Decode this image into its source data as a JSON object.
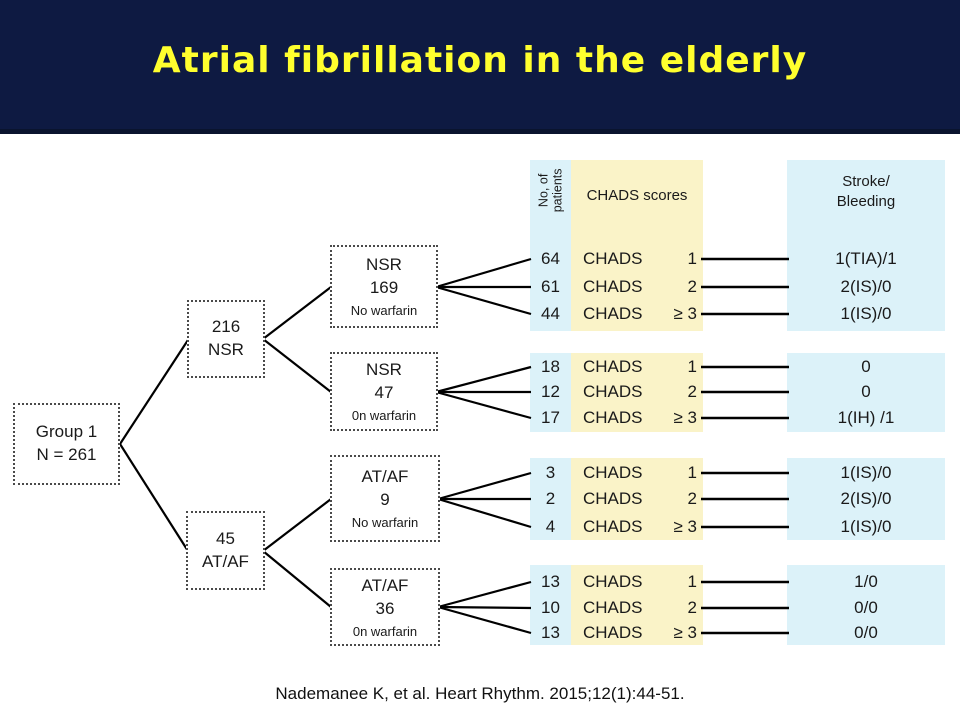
{
  "slide": {
    "title": "Atrial fibrillation in the elderly",
    "citation": "Nademanee K, et al. Heart Rhythm. 2015;12(1):44-51."
  },
  "colors": {
    "navy": "#0E1A42",
    "navy-dark": "#0A142E",
    "title-yellow": "#FFFF2E",
    "cyan": "#DCF2F9",
    "yellow": "#FAF3C8"
  },
  "columns": {
    "patients_header": "No, of\npatients",
    "chads_header": "CHADS scores",
    "outcome_header_line1": "Stroke/",
    "outcome_header_line2": "Bleeding"
  },
  "tree": {
    "root": {
      "line1": "Group 1",
      "line2": "N = 261"
    },
    "nsr": {
      "line1": "216",
      "line2": "NSR"
    },
    "ataf": {
      "line1": "45",
      "line2": "AT/AF"
    },
    "nsr_no_warfarin": {
      "line1": "NSR",
      "line2": "169",
      "line3": "No warfarin"
    },
    "nsr_warfarin": {
      "line1": "NSR",
      "line2": "47",
      "line3": "0n warfarin"
    },
    "ataf_no_warfarin": {
      "line1": "AT/AF",
      "line2": "9",
      "line3": "No warfarin"
    },
    "ataf_warfarin": {
      "line1": "AT/AF",
      "line2": "36",
      "line3": "0n warfarin"
    }
  },
  "groups": [
    {
      "rows": [
        {
          "n": "64",
          "label": "CHADS",
          "score": "1",
          "outcome": "1(TIA)/1"
        },
        {
          "n": "61",
          "label": "CHADS",
          "score": "2",
          "outcome": "2(IS)/0"
        },
        {
          "n": "44",
          "label": "CHADS",
          "score": "≥ 3",
          "outcome": "1(IS)/0"
        }
      ]
    },
    {
      "rows": [
        {
          "n": "18",
          "label": "CHADS",
          "score": "1",
          "outcome": "0"
        },
        {
          "n": "12",
          "label": "CHADS",
          "score": "2",
          "outcome": "0"
        },
        {
          "n": "17",
          "label": "CHADS",
          "score": "≥ 3",
          "outcome": "1(IH) /1"
        }
      ]
    },
    {
      "rows": [
        {
          "n": "3",
          "label": "CHADS",
          "score": "1",
          "outcome": "1(IS)/0"
        },
        {
          "n": "2",
          "label": "CHADS",
          "score": "2",
          "outcome": "2(IS)/0"
        },
        {
          "n": "4",
          "label": "CHADS",
          "score": "≥ 3",
          "outcome": "1(IS)/0"
        }
      ]
    },
    {
      "rows": [
        {
          "n": "13",
          "label": "CHADS",
          "score": "1",
          "outcome": "1/0"
        },
        {
          "n": "10",
          "label": "CHADS",
          "score": "2",
          "outcome": "0/0"
        },
        {
          "n": "13",
          "label": "CHADS",
          "score": "≥ 3",
          "outcome": "0/0"
        }
      ]
    }
  ]
}
